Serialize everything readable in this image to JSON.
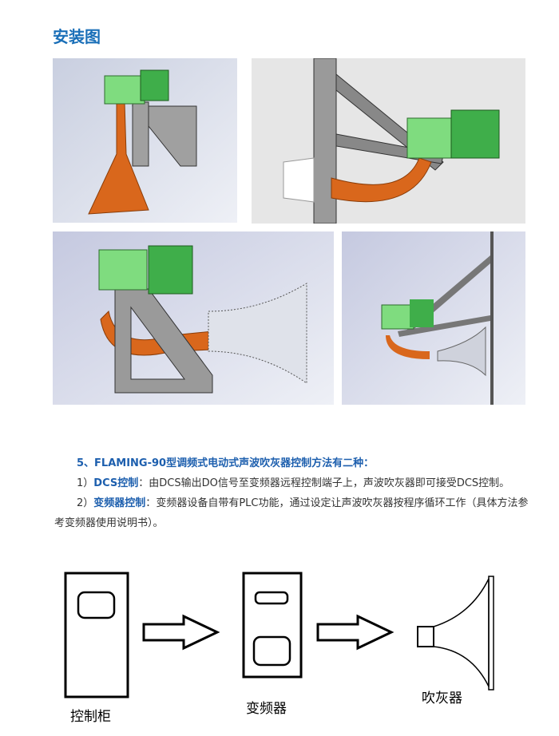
{
  "title": "安装图",
  "section": {
    "heading": "5、FLAMING-90型调频式电动式声波吹灰器控制方法有二种：",
    "items": [
      {
        "num": "1）",
        "label": "DCS控制",
        "colon": "：",
        "text": "由DCS输出DO信号至变频器远程控制端子上，声波吹灰器即可接受DCS控制。"
      },
      {
        "num": "2）",
        "label": "变频器控制",
        "colon": "：",
        "text": "变频器设备自带有PLC功能，通过设定让声波吹灰器按程序循环工作（具体方法参考变频器使用说明书）。"
      }
    ]
  },
  "diagram": {
    "labels": [
      "控制柜",
      "变频器",
      "吹灰器"
    ]
  },
  "colors": {
    "accent": "#1a6fb8",
    "motor": "#6fcf6f",
    "pipe": "#d9671c",
    "frame": "#9a9a9a"
  }
}
